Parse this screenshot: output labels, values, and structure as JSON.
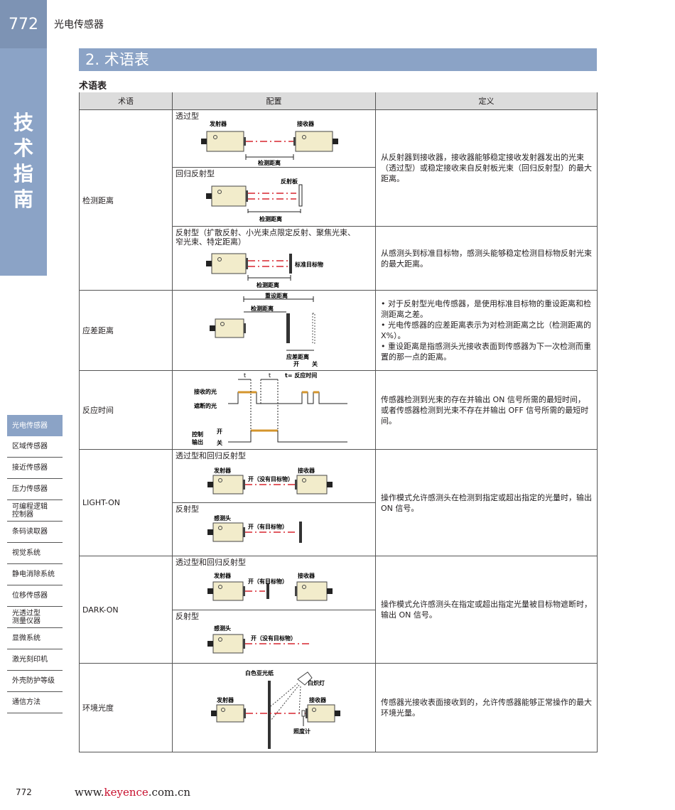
{
  "header": {
    "page_number": "772",
    "running_title": "光电传感器"
  },
  "vertical_tab": [
    "技",
    "术",
    "指",
    "南"
  ],
  "side_nav": [
    {
      "label": "光电传感器",
      "active": true
    },
    {
      "label": "区域传感器"
    },
    {
      "label": "接近传感器"
    },
    {
      "label": "压力传感器"
    },
    {
      "label": "可编程逻辑\n控制器"
    },
    {
      "label": "条码读取器"
    },
    {
      "label": "视觉系统"
    },
    {
      "label": "静电消除系统"
    },
    {
      "label": "位移传感器"
    },
    {
      "label": "光透过型\n测量仪器"
    },
    {
      "label": "显微系统"
    },
    {
      "label": "激光刻印机"
    },
    {
      "label": "外壳防护等级"
    },
    {
      "label": "通信方法"
    }
  ],
  "section_title": "2. 术语表",
  "table_title": "术语表",
  "columns": [
    "术语",
    "配置",
    "定义"
  ],
  "rows": {
    "detect": {
      "term": "检测距离",
      "configs": [
        "透过型",
        "回归反射型",
        "反射型（扩散反射、小光束点限定反射、聚焦光束、\n窄光束、特定距离）"
      ],
      "defs": [
        "从反射器到接收器，接收器能够稳定接收发射器发出的光束（透过型）或稳定接收来自反射板光束（回归反射型）的最大距离。",
        "从感测头到标准目标物，感测头能够稳定检测目标物反射光束的最大距离。"
      ]
    },
    "hysteresis": {
      "term": "应差距离",
      "defs": [
        "• 对于反射型光电传感器，是使用标准目标物的重设距离和检测距离之差。",
        "• 光电传感器的应差距离表示为对检测距离之比（检测距离的 X%）。",
        "• 重设距离是指感测头光接收表面到传感器为下一次检测而重置的那一点的距离。"
      ]
    },
    "response": {
      "term": "反应时间",
      "def": "传感器检测到光束的存在并输出 ON 信号所需的最短时间，或者传感器检测到光束不存在并输出 OFF 信号所需的最短时间。"
    },
    "lighton": {
      "term": "LIGHT-ON",
      "configs": [
        "透过型和回归反射型",
        "反射型"
      ],
      "def": "操作模式允许感测头在检测到指定或超出指定的光量时，输出 ON 信号。"
    },
    "darkon": {
      "term": "DARK-ON",
      "configs": [
        "透过型和回归反射型",
        "反射型"
      ],
      "def": "操作模式允许感测头在指定或超出指定光量被目标物遮断时，输出 ON 信号。"
    },
    "ambient": {
      "term": "环境光度",
      "def": "传感器光接收表面接收到的，允许传感器能够正常操作的最大环境光量。"
    }
  },
  "diagram_labels": {
    "emitter": "发射器",
    "receiver": "接收器",
    "detect_dist": "检测距离",
    "reflector": "反射板",
    "std_target": "标准目标物",
    "reset_dist": "重设距离",
    "hyst_dist": "应差距离",
    "on": "开",
    "off": "关",
    "t": "t",
    "t_eq": "t= 反应时间",
    "light_recv": "接收的光",
    "light_block": "遮断的光",
    "ctrl": "控制",
    "output": "输出",
    "on_no_target": "开（没有目标物）",
    "on_with_target": "开（有目标物）",
    "head": "感测头",
    "white_paper": "白色亚光纸",
    "bulb": "白炽灯",
    "lux": "照度计"
  },
  "footer": {
    "page_number": "772",
    "url_prefix": "www.",
    "url_brand": "keyence",
    "url_suffix": ".com.cn"
  },
  "colors": {
    "accent": "#8ba3c6",
    "beam": "#d7252e",
    "sensor_body": "#f2eccb"
  }
}
